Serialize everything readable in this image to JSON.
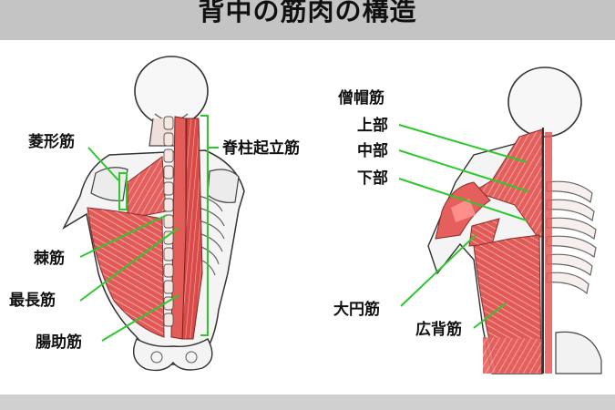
{
  "title": "背中の筋肉の構造",
  "colors": {
    "header_bg": "#c4c4c4",
    "leader_line": "#2ec82e",
    "muscle": "#e25a58",
    "muscle_light": "#f4b3ac",
    "outline": "#333333"
  },
  "left_figure": {
    "labels": {
      "rhomboid": "菱形筋",
      "erector_spinae": "脊柱起立筋",
      "spinalis": "棘筋",
      "longissimus": "最長筋",
      "iliocostalis": "腸助筋"
    }
  },
  "right_figure": {
    "labels": {
      "trapezius": "僧帽筋",
      "upper": "上部",
      "middle": "中部",
      "lower": "下部",
      "teres_major": "大円筋",
      "latissimus": "広背筋"
    }
  }
}
